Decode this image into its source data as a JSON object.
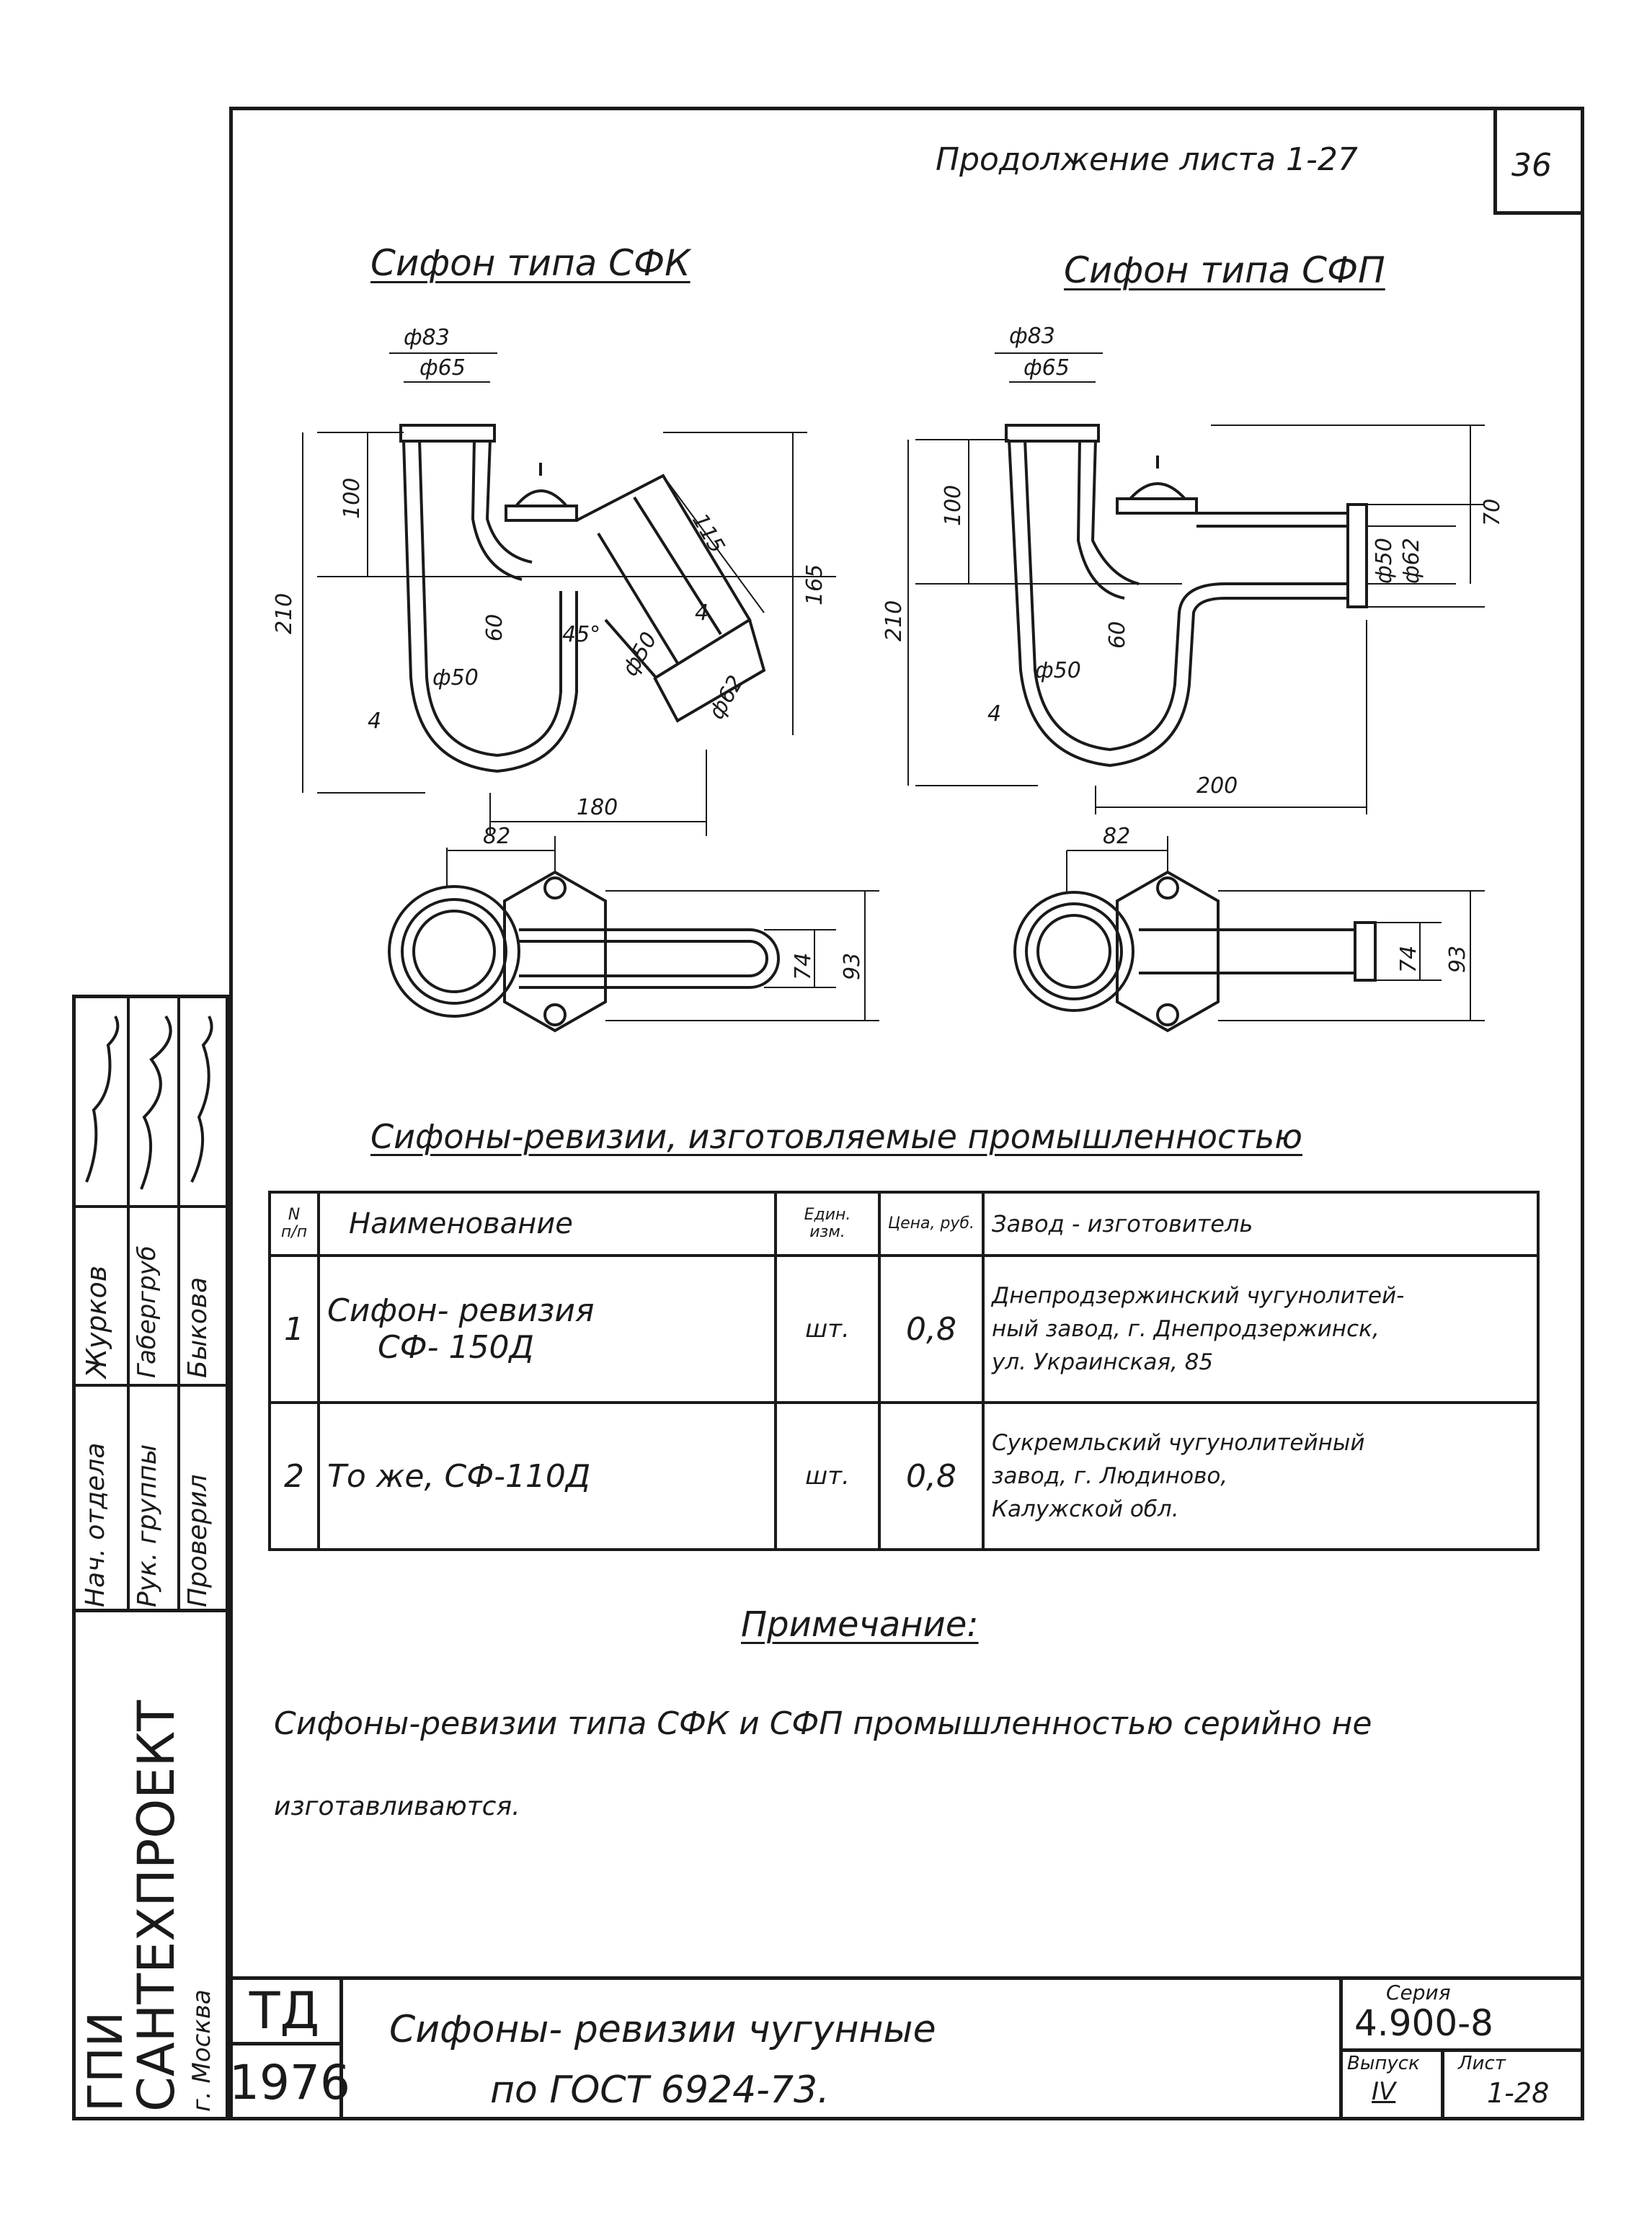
{
  "header": {
    "continuation": "Продолжение листа 1-27",
    "page_number": "36"
  },
  "drawings": {
    "left": {
      "title": "Сифон типа СФК",
      "dims": {
        "d83": "ф83",
        "d65": "ф65",
        "h100": "100",
        "h210": "210",
        "h165": "165",
        "l115": "115",
        "d50a": "ф50",
        "d50b": "ф50",
        "d62": "ф62",
        "t4a": "4",
        "t4b": "4",
        "h60": "60",
        "a45": "45°",
        "w180": "180",
        "w82": "82",
        "w74": "74",
        "w93": "93"
      }
    },
    "right": {
      "title": "Сифон типа СФП",
      "dims": {
        "d83": "ф83",
        "d65": "ф65",
        "h100": "100",
        "h210": "210",
        "h70": "70",
        "d50": "ф50",
        "d62": "ф62",
        "d50b": "ф50",
        "t4": "4",
        "h60": "60",
        "w200": "200",
        "w82": "82",
        "w74": "74",
        "w93": "93"
      }
    }
  },
  "table": {
    "caption": "Сифоны-ревизии, изготовляемые промышленностью",
    "headers": {
      "num": "N п/п",
      "name": "Наименование",
      "unit": "Един. изм.",
      "price": "Цена, руб.",
      "maker": "Завод - изготовитель"
    },
    "rows": [
      {
        "num": "1",
        "name_l1": "Сифон- ревизия",
        "name_l2": "СФ- 150Д",
        "unit": "шт.",
        "price": "0,8",
        "maker_l1": "Днепродзержинский чугунолитей-",
        "maker_l2": "ный завод, г. Днепродзержинск,",
        "maker_l3": "ул. Украинская, 85"
      },
      {
        "num": "2",
        "name_l1": "То же,  СФ-110Д",
        "name_l2": "",
        "unit": "шт.",
        "price": "0,8",
        "maker_l1": "Сукремльский чугунолитейный",
        "maker_l2": "завод, г. Людиново,",
        "maker_l3": "Калужской обл."
      }
    ]
  },
  "note": {
    "title": "Примечание:",
    "line1": "Сифоны-ревизии  типа СФК и СФП промышленностью  серийно не",
    "line2": "изготавливаются."
  },
  "signatures": {
    "roles": [
      "Нач. отдела",
      "Рук. группы",
      "Проверил"
    ],
    "names": [
      "Журков",
      "Габергруб",
      "Быкова"
    ]
  },
  "org": {
    "line1": "ГПИ",
    "line2": "САНТЕХПРОЕКТ",
    "line3": "г. Москва"
  },
  "title_block": {
    "td": "ТД",
    "year": "1976",
    "title_l1": "Сифоны- ревизии    чугунные",
    "title_l2": "по ГОСТ  6924-73.",
    "series_label": "Серия",
    "series": "4.900-8",
    "issue_label": "Выпуск",
    "issue": "IV",
    "sheet_label": "Лист",
    "sheet": "1-28"
  }
}
